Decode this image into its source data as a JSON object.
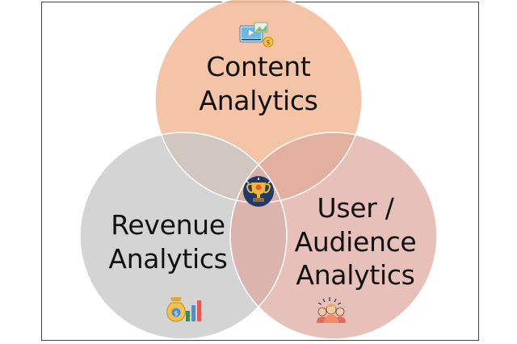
{
  "diagram": {
    "circles": [
      {
        "id": "content",
        "lines": [
          "Content",
          "Analytics"
        ],
        "fill": "#f2b48d",
        "icon": "video-money-icon"
      },
      {
        "id": "revenue",
        "lines": [
          "Revenue",
          "Analytics"
        ],
        "fill": "#c8c8c8",
        "icon": "money-bag-chart-icon"
      },
      {
        "id": "user",
        "lines": [
          "User /",
          "Audience",
          "Analytics"
        ],
        "fill": "#dca79e",
        "icon": "audience-group-icon"
      }
    ],
    "center_icon": "trophy-icon",
    "colors": {
      "border": "#444444",
      "circle_stroke": "#ffffff",
      "text": "#111111"
    }
  }
}
